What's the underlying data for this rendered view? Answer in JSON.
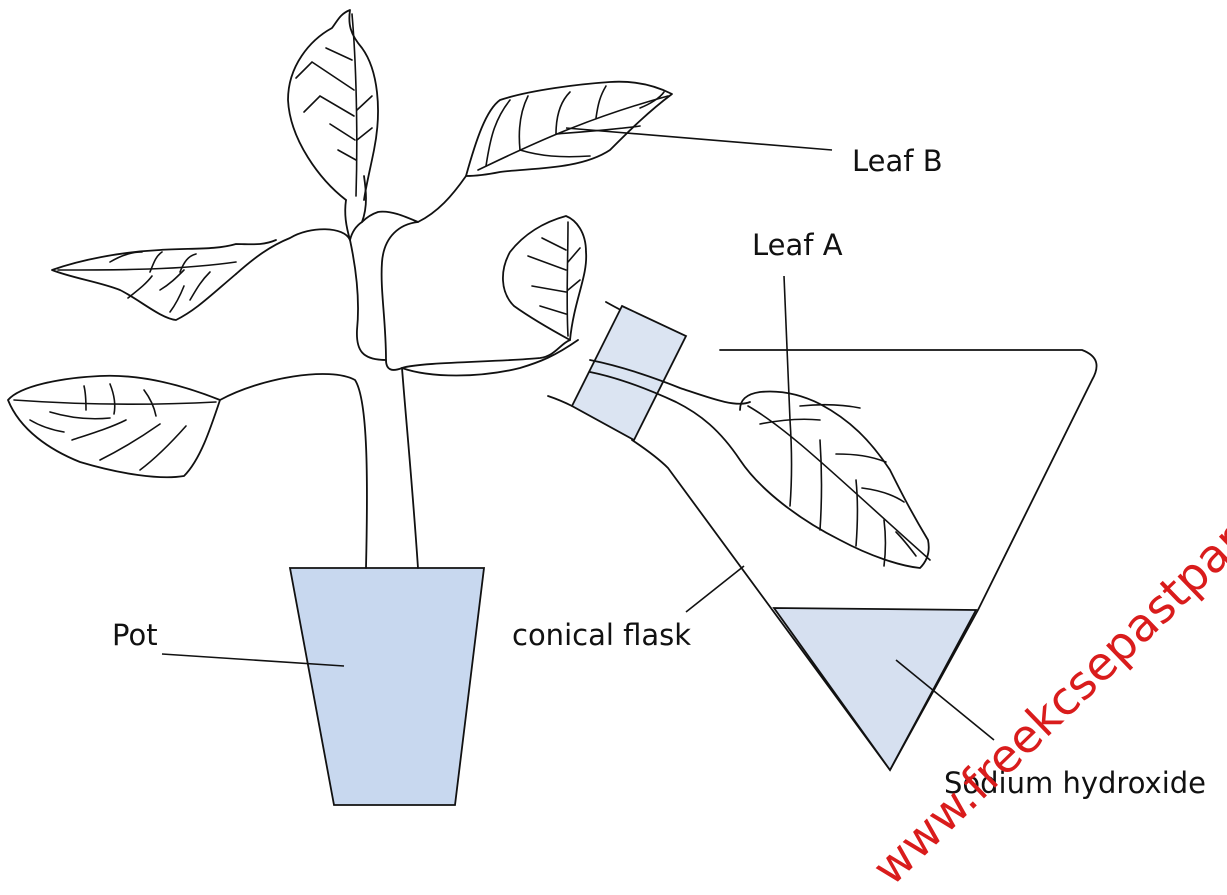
{
  "labels": {
    "leaf_b": "Leaf B",
    "leaf_a": "Leaf A",
    "pot": "Pot",
    "conical_flask": "conical flask",
    "sodium_hydroxide": "Sodium hydroxide"
  },
  "watermark": "www.freekcsepastpapers.com",
  "colors": {
    "pot_fill": "#c8d8ef",
    "solution_fill": "#d6e0f0",
    "cork_fill": "#dbe4f2",
    "line": "#111111",
    "watermark": "#d91c1c"
  }
}
